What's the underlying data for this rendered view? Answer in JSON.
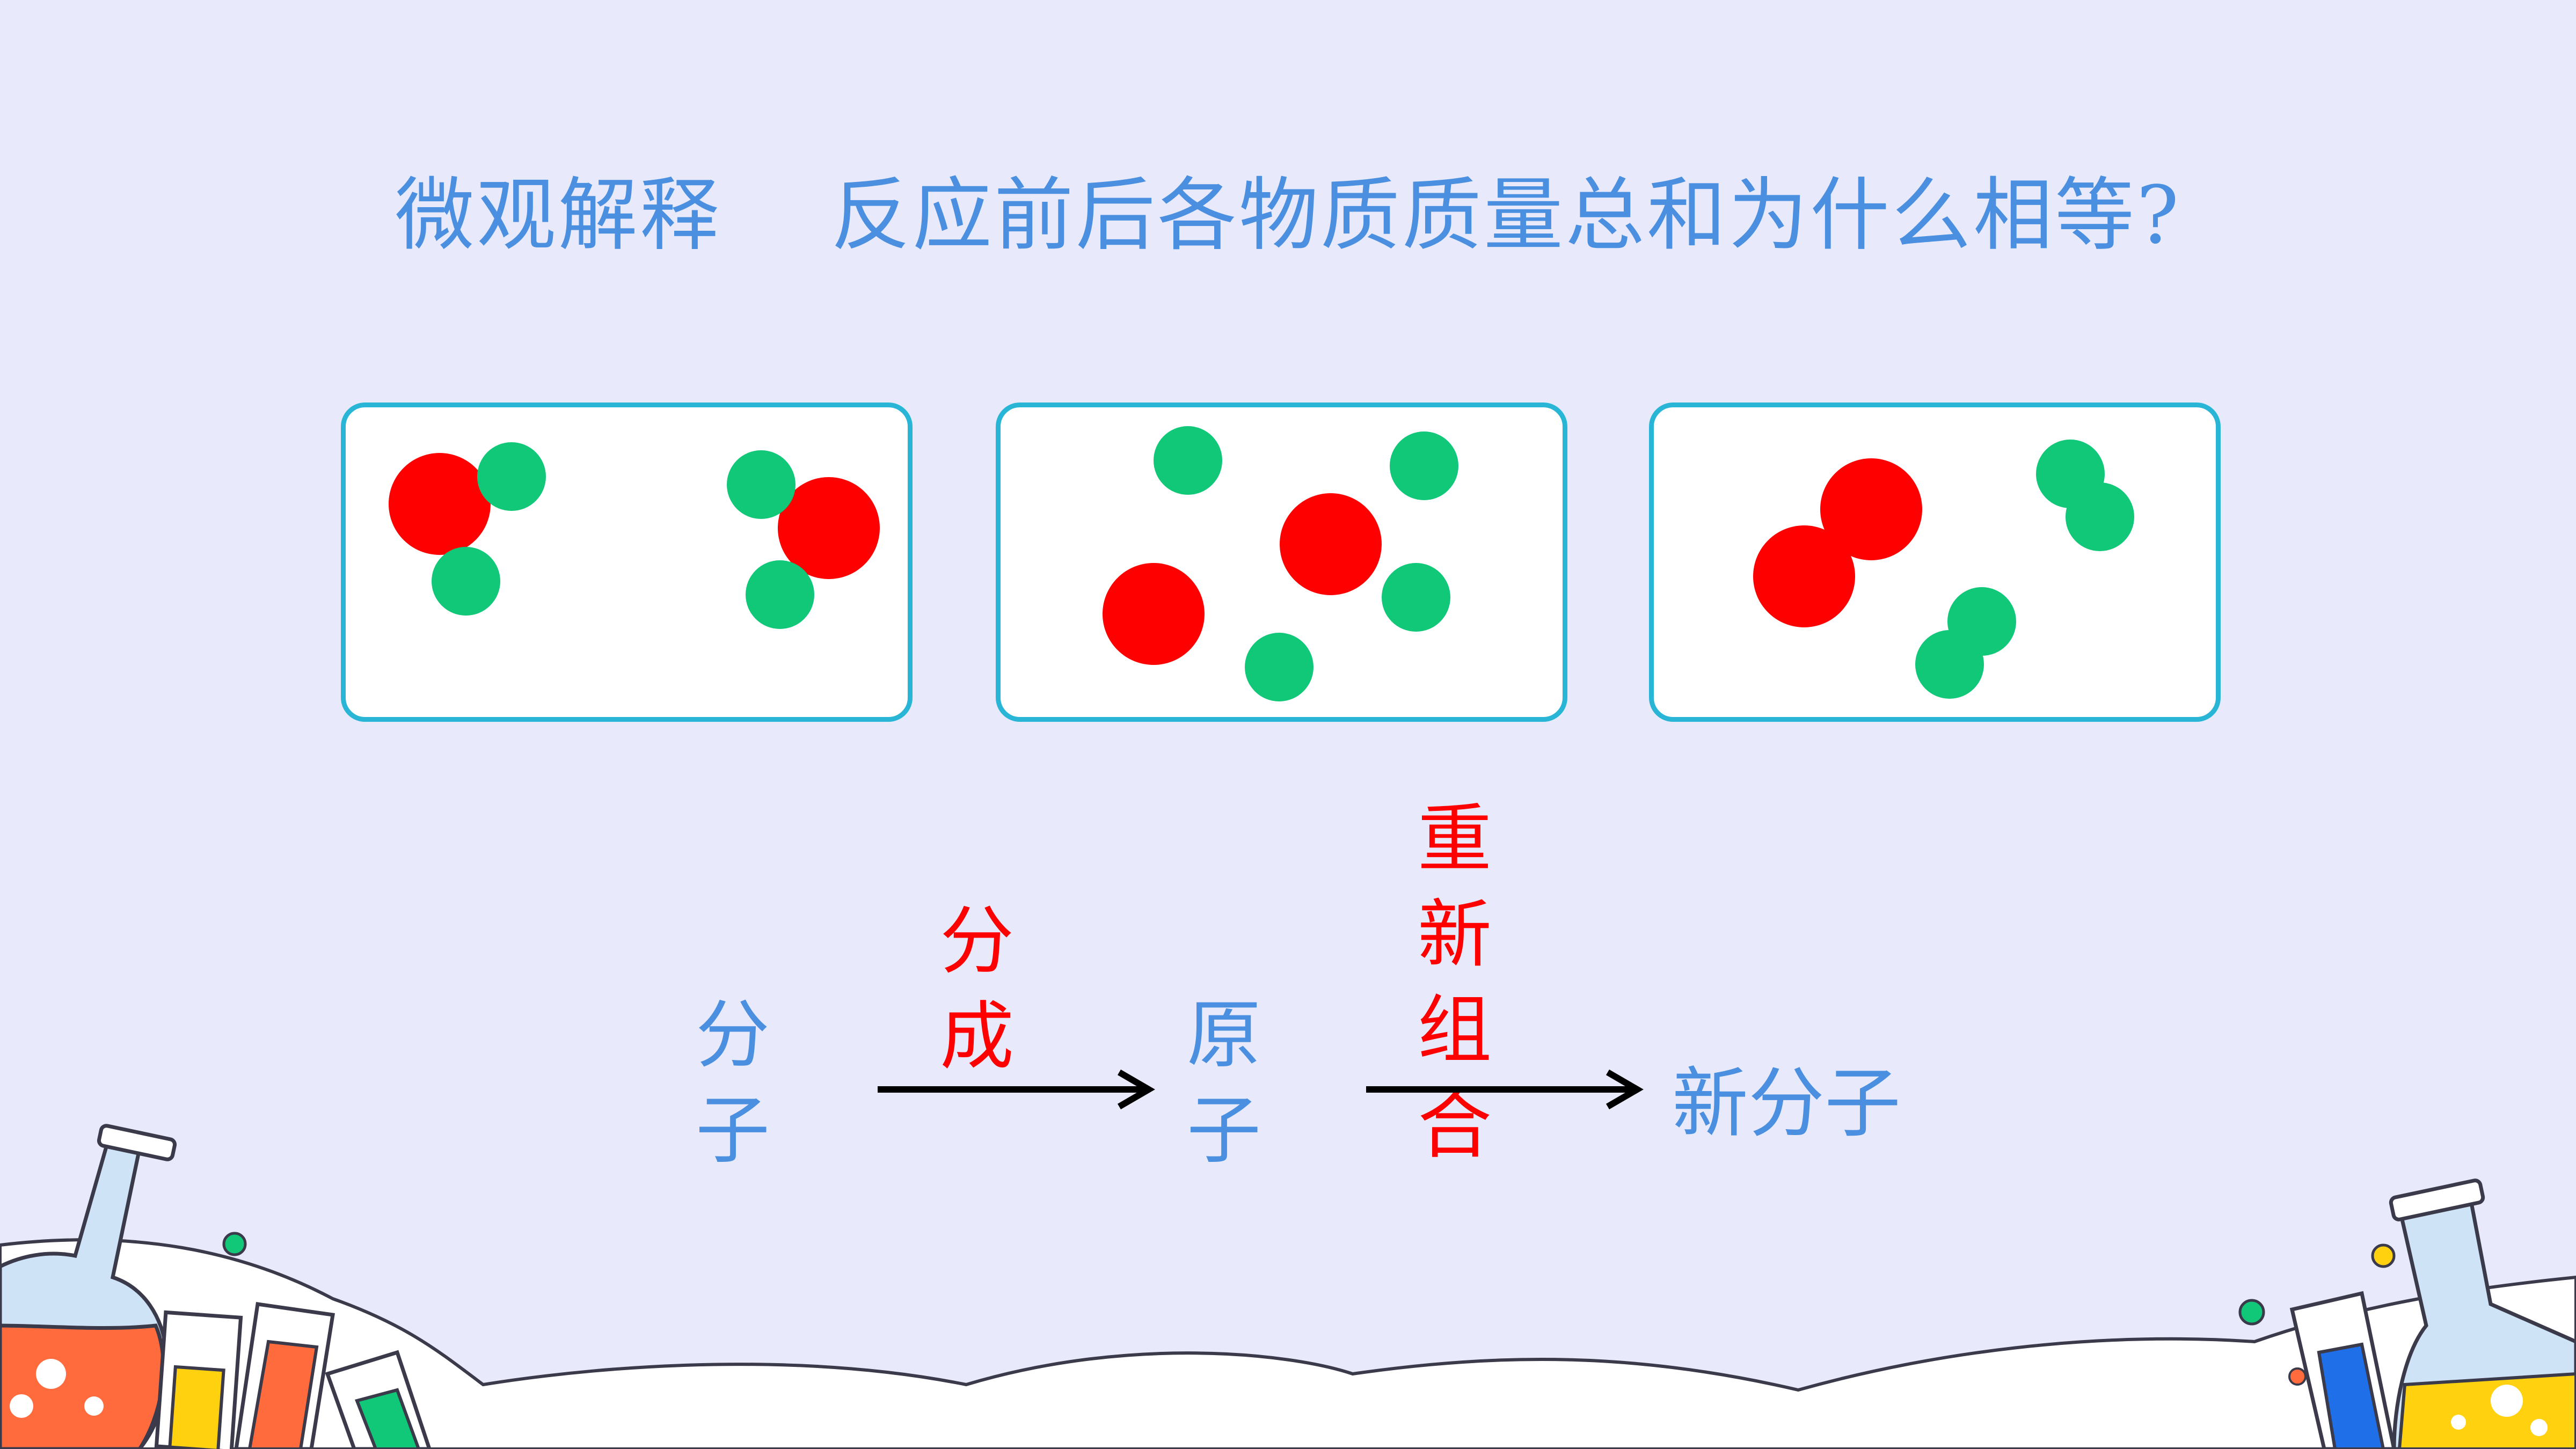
{
  "title": {
    "left": "微观解释",
    "right": "反应前后各物质质量总和为什么相等?"
  },
  "flow": {
    "molecule": [
      "分",
      "子"
    ],
    "split": [
      "分",
      "成"
    ],
    "atom": [
      "原",
      "子"
    ],
    "recombine": [
      "重",
      "新",
      "组",
      "合"
    ],
    "new_molecule": "新分子"
  },
  "colors": {
    "oxygen_atom": "#ff0000",
    "hydrogen_atom": "#11c879",
    "panel_border": "#29b6d6",
    "text_blue": "#4a8fe0",
    "text_red": "#ff0000",
    "background": "#e8eafb"
  },
  "panels": [
    "panel-reactants",
    "panel-atoms",
    "panel-products"
  ]
}
